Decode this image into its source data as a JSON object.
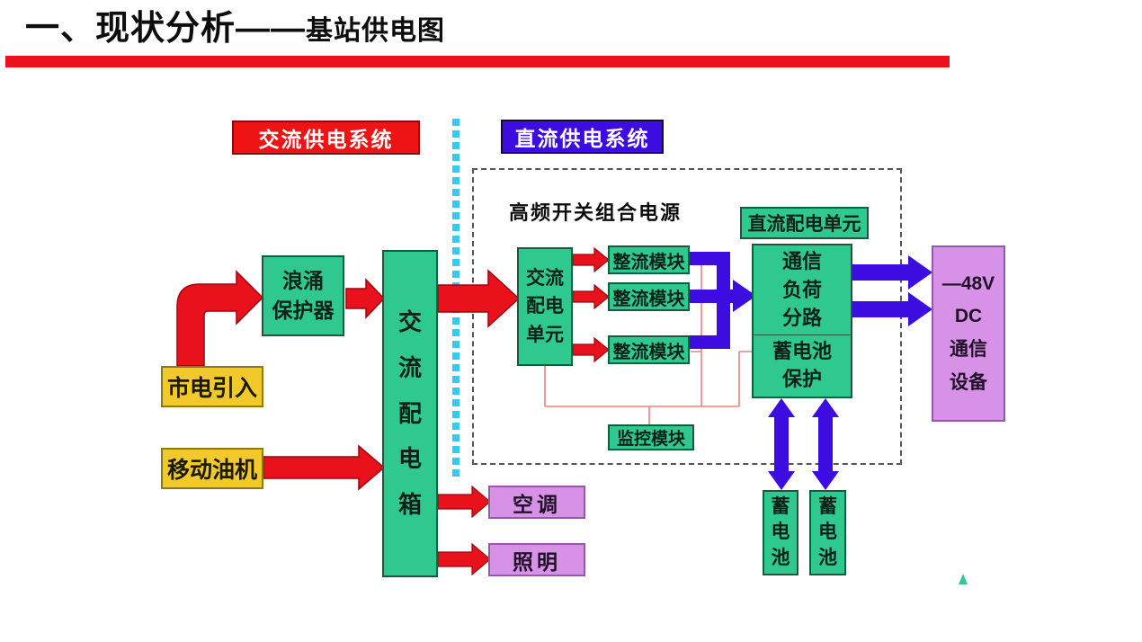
{
  "header": {
    "title_main": "一、现状分析——",
    "title_sub": "基站供电图"
  },
  "diagram": {
    "ac_system_label": "交流供电系统",
    "dc_system_label": "直流供电系统",
    "hf_power_title": "高频开关组合电源",
    "nodes": {
      "mains_input": "市电引入",
      "mobile_generator": "移动油机",
      "surge_protector": "浪涌\n保护器",
      "ac_distribution_box": "交\n流\n配\n电\n箱",
      "ac_distribution_unit": "交流\n配电\n单元",
      "rectifier_module_1": "整流模块",
      "rectifier_module_2": "整流模块",
      "rectifier_module_3": "整流模块",
      "dc_distribution_unit_label": "直流配电单元",
      "comm_load_branch": "通信\n负荷\n分路",
      "battery_protection": "蓄电池\n保护",
      "monitor_module": "监控模块",
      "air_conditioner": "空调",
      "lighting": "照明",
      "battery_1": "蓄\n电\n池",
      "battery_2": "蓄\n电\n池",
      "dc_equipment": "—48V\nDC\n通信\n设备"
    },
    "colors": {
      "node_green": "#2fc98f",
      "node_yellow": "#f2c92b",
      "node_purple": "#d791e6",
      "ac_arrow_red": "#e8111c",
      "dc_arrow_blue": "#3c0ce0",
      "divider_cyan": "#35c8f0",
      "monitor_line_pink": "#ef8080",
      "title_bar_red": "#e8111c"
    }
  }
}
